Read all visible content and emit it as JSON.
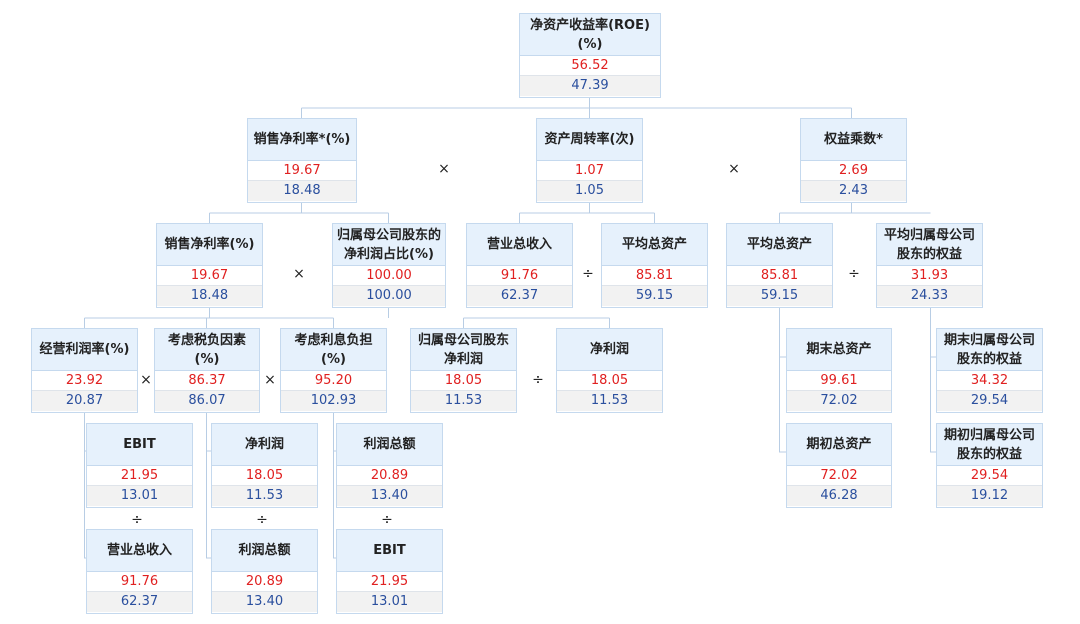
{
  "ops": {
    "times": "×",
    "divide": "÷"
  },
  "nodes": {
    "roe": {
      "title": "净资产收益率(ROE)(%)",
      "v1": "56.52",
      "v2": "47.39"
    },
    "net_margin_star": {
      "title": "销售净利率*(%)",
      "v1": "19.67",
      "v2": "18.48"
    },
    "asset_turnover": {
      "title": "资产周转率(次)",
      "v1": "1.07",
      "v2": "1.05"
    },
    "equity_multiplier": {
      "title": "权益乘数*",
      "v1": "2.69",
      "v2": "2.43"
    },
    "net_margin": {
      "title": "销售净利率(%)",
      "v1": "19.67",
      "v2": "18.48"
    },
    "parent_np_ratio": {
      "title": "归属母公司股东的净利润占比(%)",
      "v1": "100.00",
      "v2": "100.00"
    },
    "total_revenue_a": {
      "title": "营业总收入",
      "v1": "91.76",
      "v2": "62.37"
    },
    "avg_assets_a": {
      "title": "平均总资产",
      "v1": "85.81",
      "v2": "59.15"
    },
    "avg_assets_b": {
      "title": "平均总资产",
      "v1": "85.81",
      "v2": "59.15"
    },
    "avg_parent_equity": {
      "title": "平均归属母公司股东的权益",
      "v1": "31.93",
      "v2": "24.33"
    },
    "op_margin": {
      "title": "经营利润率(%)",
      "v1": "23.92",
      "v2": "20.87"
    },
    "tax_factor": {
      "title": "考虑税负因素(%)",
      "v1": "86.37",
      "v2": "86.07"
    },
    "interest_burden": {
      "title": "考虑利息负担(%)",
      "v1": "95.20",
      "v2": "102.93"
    },
    "parent_np": {
      "title": "归属母公司股东净利润",
      "v1": "18.05",
      "v2": "11.53"
    },
    "net_profit_a": {
      "title": "净利润",
      "v1": "18.05",
      "v2": "11.53"
    },
    "end_assets": {
      "title": "期末总资产",
      "v1": "99.61",
      "v2": "72.02"
    },
    "begin_assets": {
      "title": "期初总资产",
      "v1": "72.02",
      "v2": "46.28"
    },
    "end_parent_equity": {
      "title": "期末归属母公司股东的权益",
      "v1": "34.32",
      "v2": "29.54"
    },
    "begin_parent_equity": {
      "title": "期初归属母公司股东的权益",
      "v1": "29.54",
      "v2": "19.12"
    },
    "ebit_a": {
      "title": "EBIT",
      "v1": "21.95",
      "v2": "13.01"
    },
    "total_revenue_b": {
      "title": "营业总收入",
      "v1": "91.76",
      "v2": "62.37"
    },
    "net_profit_b": {
      "title": "净利润",
      "v1": "18.05",
      "v2": "11.53"
    },
    "total_profit_a": {
      "title": "利润总额",
      "v1": "20.89",
      "v2": "13.40"
    },
    "total_profit_b": {
      "title": "利润总额",
      "v1": "20.89",
      "v2": "13.40"
    },
    "ebit_b": {
      "title": "EBIT",
      "v1": "21.95",
      "v2": "13.01"
    }
  }
}
